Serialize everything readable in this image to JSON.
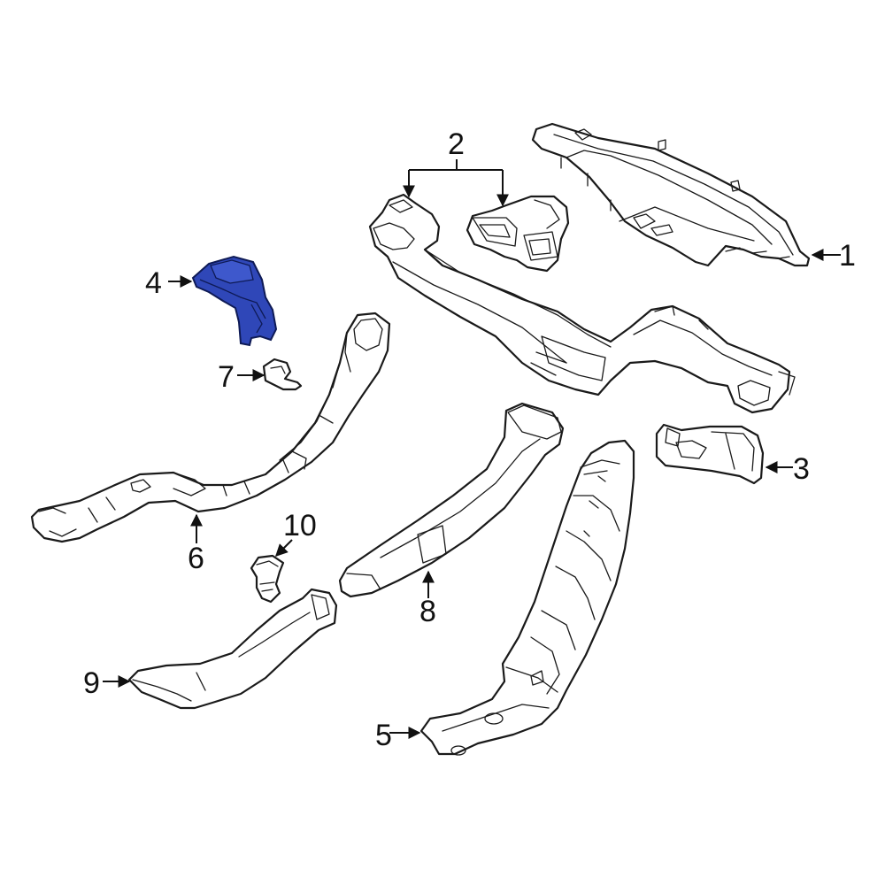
{
  "diagram": {
    "highlight_color": "#2f47b8",
    "line_color": "#1a1a1a",
    "background": "#ffffff",
    "callouts": [
      {
        "id": "c1",
        "label": "1"
      },
      {
        "id": "c2",
        "label": "2"
      },
      {
        "id": "c3",
        "label": "3"
      },
      {
        "id": "c4",
        "label": "4"
      },
      {
        "id": "c5",
        "label": "5"
      },
      {
        "id": "c6",
        "label": "6"
      },
      {
        "id": "c7",
        "label": "7"
      },
      {
        "id": "c8",
        "label": "8"
      },
      {
        "id": "c9",
        "label": "9"
      },
      {
        "id": "c10",
        "label": "10"
      }
    ],
    "highlighted_part": "4"
  }
}
